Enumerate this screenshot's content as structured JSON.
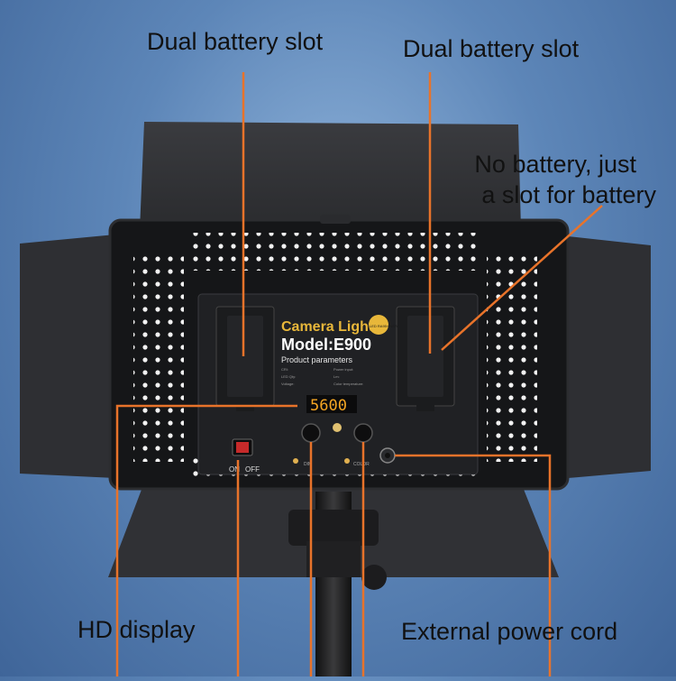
{
  "callouts": {
    "battery_slot_left": "Dual battery slot",
    "battery_slot_right": "Dual battery slot",
    "no_battery_line1": "No battery, just",
    "no_battery_line2": "a slot for battery",
    "hd_display": "HD display",
    "external_power": "External power cord"
  },
  "panel": {
    "brand": "Camera Light",
    "model": "Model:E900",
    "params_heading": "Product parameters",
    "display_value": "5600",
    "switch_on": "ON",
    "switch_off": "OFF",
    "dim_label": "DIM",
    "color_label": "COLOR",
    "led_badge": "LED RA95+ NEW",
    "spec_lines": [
      "CRI: ",
      "Power input: ",
      "LED Qty: ",
      "Lm: ",
      "Voltage: ",
      "Color temperature: "
    ]
  },
  "colors": {
    "accent_orange": "#e8732a",
    "panel_black": "#1a1b1d",
    "display_amber": "#f5a623"
  }
}
